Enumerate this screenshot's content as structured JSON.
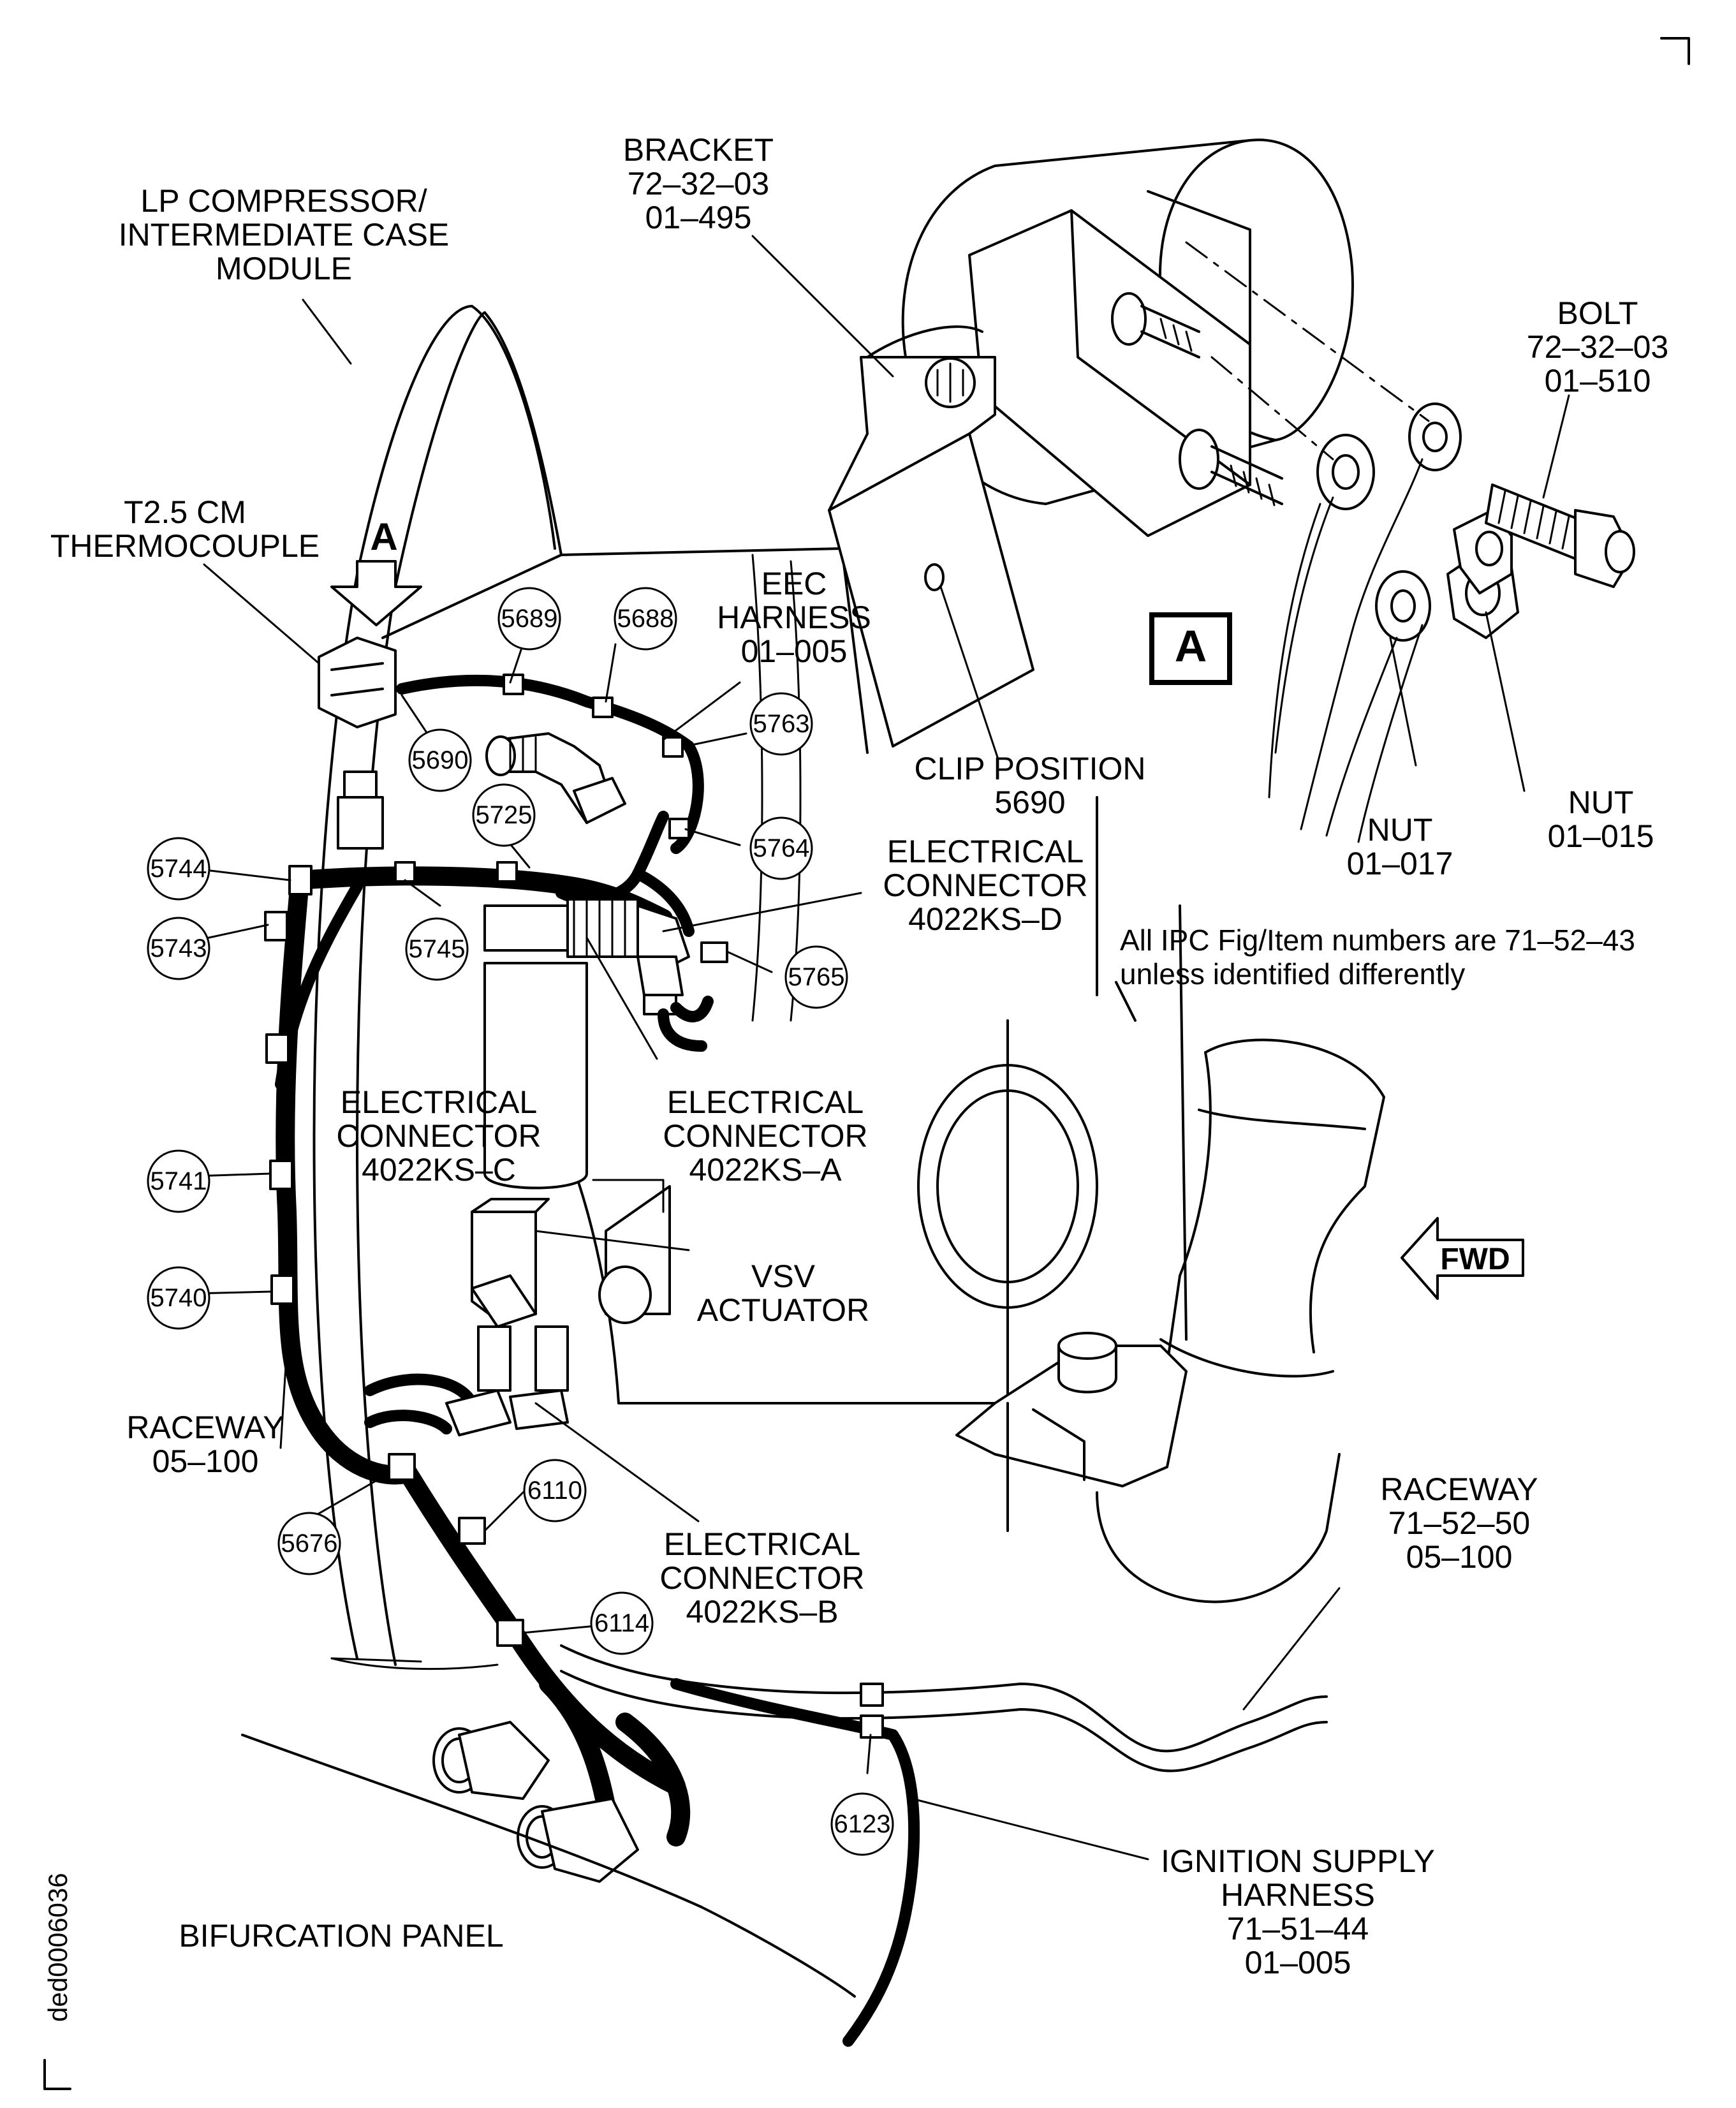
{
  "labels": {
    "lp_compressor": [
      "LP COMPRESSOR/",
      "INTERMEDIATE CASE",
      "MODULE"
    ],
    "t25": [
      "T2.5 CM",
      "THERMOCOUPLE"
    ],
    "bracket": [
      "BRACKET",
      "72–32–03",
      "01–495"
    ],
    "bolt": [
      "BOLT",
      "72–32–03",
      "01–510"
    ],
    "eec_harness": [
      "EEC",
      "HARNESS",
      "01–005"
    ],
    "clip_position": [
      "CLIP POSITION",
      "5690"
    ],
    "nut_017": [
      "NUT",
      "01–017"
    ],
    "nut_015": [
      "NUT",
      "01–015"
    ],
    "conn_d": [
      "ELECTRICAL",
      "CONNECTOR",
      "4022KS–D"
    ],
    "ipc_note": [
      "All IPC Fig/Item numbers are 71–52–43",
      "unless identified differently"
    ],
    "conn_c": [
      "ELECTRICAL",
      "CONNECTOR",
      "4022KS–C"
    ],
    "conn_a": [
      "ELECTRICAL",
      "CONNECTOR",
      "4022KS–A"
    ],
    "vsv": [
      "VSV",
      "ACTUATOR"
    ],
    "fwd": "FWD",
    "raceway_left": [
      "RACEWAY",
      "05–100"
    ],
    "raceway_right": [
      "RACEWAY",
      "71–52–50",
      "05–100"
    ],
    "conn_b": [
      "ELECTRICAL",
      "CONNECTOR",
      "4022KS–B"
    ],
    "ignition": [
      "IGNITION SUPPLY",
      "HARNESS",
      "71–51–44",
      "01–005"
    ],
    "bifurcation": "BIFURCATION PANEL",
    "view_a_arrow": "A",
    "view_a_box": "A",
    "drawing_code": "ded0006036"
  },
  "callouts": [
    "5689",
    "5688",
    "5763",
    "5690",
    "5725",
    "5764",
    "5744",
    "5743",
    "5745",
    "5765",
    "5741",
    "5740",
    "5676",
    "6110",
    "6114",
    "6123"
  ]
}
